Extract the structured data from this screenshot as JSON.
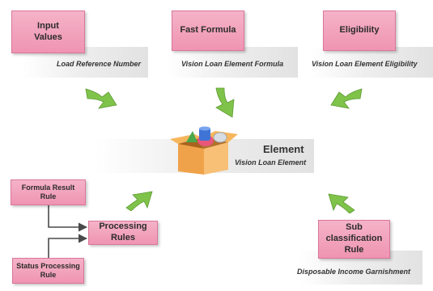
{
  "nodes": {
    "input_values": {
      "label": "Input Values",
      "caption": "Load Reference Number"
    },
    "fast_formula": {
      "label": "Fast Formula",
      "caption": "Vision Loan Element Formula"
    },
    "eligibility": {
      "label": "Eligibility",
      "caption": "Vision Loan Element Eligibility"
    },
    "element": {
      "label": "Element",
      "caption": "Vision Loan Element"
    },
    "formula_result_rule": {
      "label": "Formula Result Rule"
    },
    "processing_rules": {
      "label": "Processing Rules"
    },
    "status_processing_rule": {
      "label": "Status Processing Rule"
    },
    "sub_classification_rule": {
      "label": "Sub classification Rule",
      "caption": "Disposable Income Garnishment"
    }
  },
  "colors": {
    "box_fill": "#f0a0bc",
    "box_border": "#d9779a",
    "arrow_green": "#7fc34a",
    "connector": "#4a4a4a"
  },
  "icons": {
    "element": "open-box-icon",
    "arrows": "curved-green-arrow-icon"
  }
}
